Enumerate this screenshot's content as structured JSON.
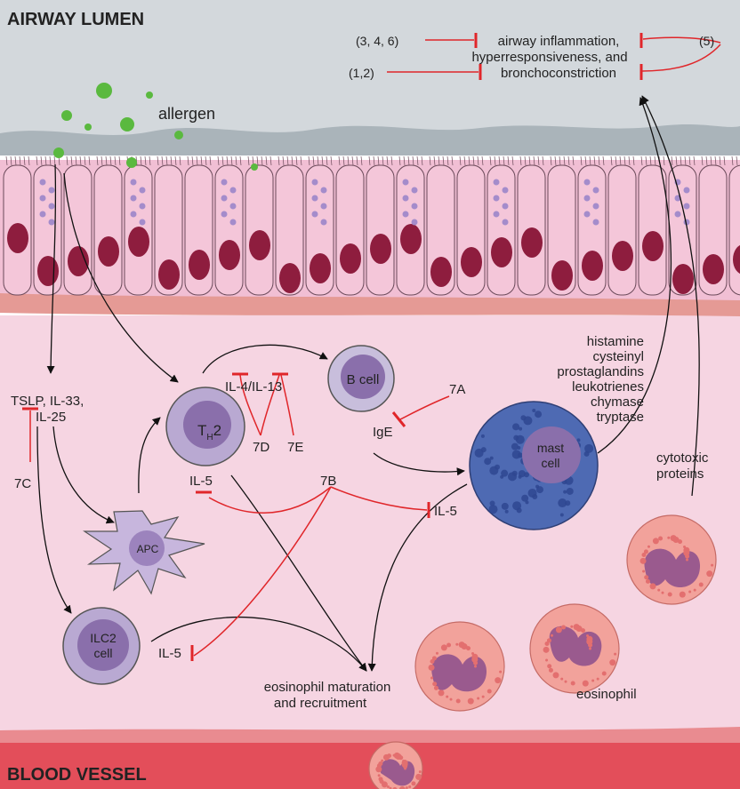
{
  "regions": {
    "top": "AIRWAY LUMEN",
    "bottom": "BLOOD VESSEL"
  },
  "labels": {
    "allergen": "allergen",
    "outcome_line1": "airway inflammation,",
    "outcome_line2": "hyperresponsiveness, and",
    "outcome_line3": "bronchoconstriction",
    "ref_346": "(3, 4, 6)",
    "ref_12": "(1,2)",
    "ref_5": "(5)",
    "alarmins_line1": "TSLP, IL-33,",
    "alarmins_line2": "IL-25",
    "il4_il13": "IL-4/IL-13",
    "th2_main": "T",
    "th2_sub": "H",
    "th2_num": "2",
    "b_cell": "B cell",
    "ige": "IgE",
    "mast_line1": "mast",
    "mast_line2": "cell",
    "apc": "APC",
    "ilc2_line1": "ILC2",
    "ilc2_line2": "cell",
    "il5_th2": "IL-5",
    "il5_mast": "IL-5",
    "il5_ilc2": "IL-5",
    "t7a": "7A",
    "t7b": "7B",
    "t7c": "7C",
    "t7d": "7D",
    "t7e": "7E",
    "mediators": [
      "histamine",
      "cysteinyl",
      "prostaglandins",
      "leukotrienes",
      "chymase",
      "tryptase"
    ],
    "cytotoxic_line1": "cytotoxic",
    "cytotoxic_line2": "proteins",
    "eos_mat_line1": "eosinophil maturation",
    "eos_mat_line2": "and recruitment",
    "eosinophil": "eosinophil"
  },
  "colors": {
    "lumen": "#d3d8dc",
    "epithelium": "#f1bfd4",
    "tissue": "#f6d5e2",
    "basement": "#e59a95",
    "blood": "#e34e5a",
    "inhibitor": "#e0262a",
    "allergen": "#5ab93f",
    "mast_cell": "#4e6ab3",
    "th2_cell": "#b9a9d2",
    "eosinophil": "#f2a29b"
  }
}
